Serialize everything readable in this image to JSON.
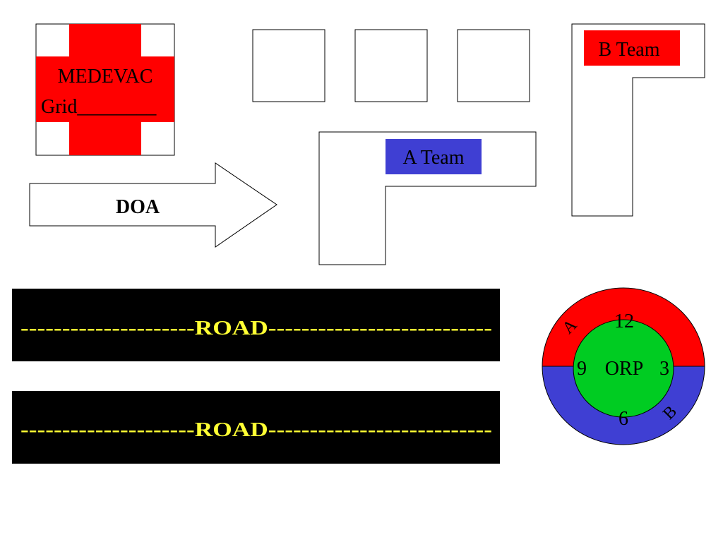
{
  "medevac": {
    "line1": "MEDEVAC",
    "line2": "Grid________",
    "cross_color": "#ff0000"
  },
  "doa": {
    "label": "DOA"
  },
  "a_team": {
    "label": "A Team",
    "color": "#3f3fd3"
  },
  "b_team": {
    "label": "B Team",
    "color": "#ff0000"
  },
  "roads": [
    {
      "label": "---------------------ROAD---------------------------"
    },
    {
      "label": "---------------------ROAD---------------------------"
    }
  ],
  "road_style": {
    "background": "#000000",
    "text_color": "#ffff33"
  },
  "orp": {
    "center_label": "ORP",
    "clock_12": "12",
    "clock_3": "3",
    "clock_6": "6",
    "clock_9": "9",
    "sector_a_label": "A",
    "sector_b_label": "B",
    "sector_a_color": "#ff0000",
    "sector_b_color": "#3f3fd3",
    "inner_color": "#00cc22"
  }
}
